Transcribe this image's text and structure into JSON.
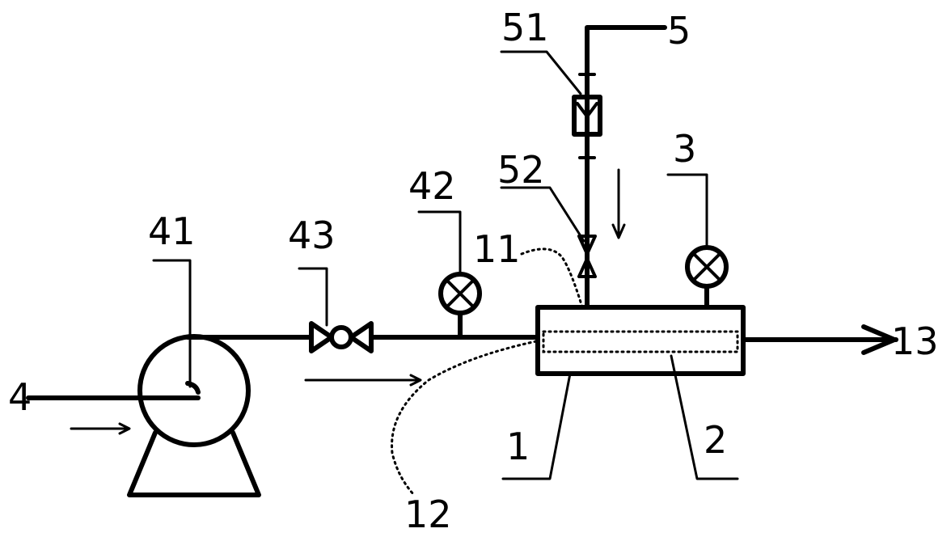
{
  "labels": {
    "l1": "1",
    "l2": "2",
    "l3": "3",
    "l4": "4",
    "l5": "5",
    "l11": "11",
    "l12": "12",
    "l13": "13",
    "l41": "41",
    "l42": "42",
    "l43": "43",
    "l51": "51",
    "l52": "52"
  },
  "colors": {
    "line": "#000000",
    "background": "#ffffff"
  }
}
